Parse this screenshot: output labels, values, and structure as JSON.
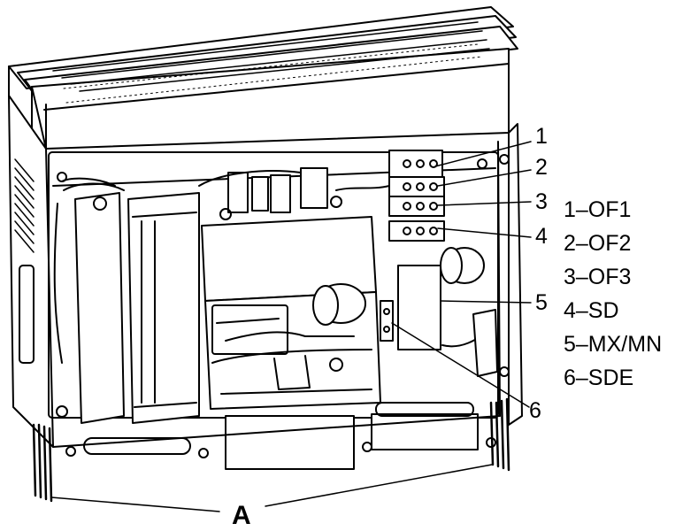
{
  "callouts": [
    "1",
    "2",
    "3",
    "4",
    "5",
    "6"
  ],
  "legend": [
    "1–OF1",
    "2–OF2",
    "3–OF3",
    "4–SD",
    "5–MX/MN",
    "6–SDE"
  ],
  "bottom_label": "A"
}
